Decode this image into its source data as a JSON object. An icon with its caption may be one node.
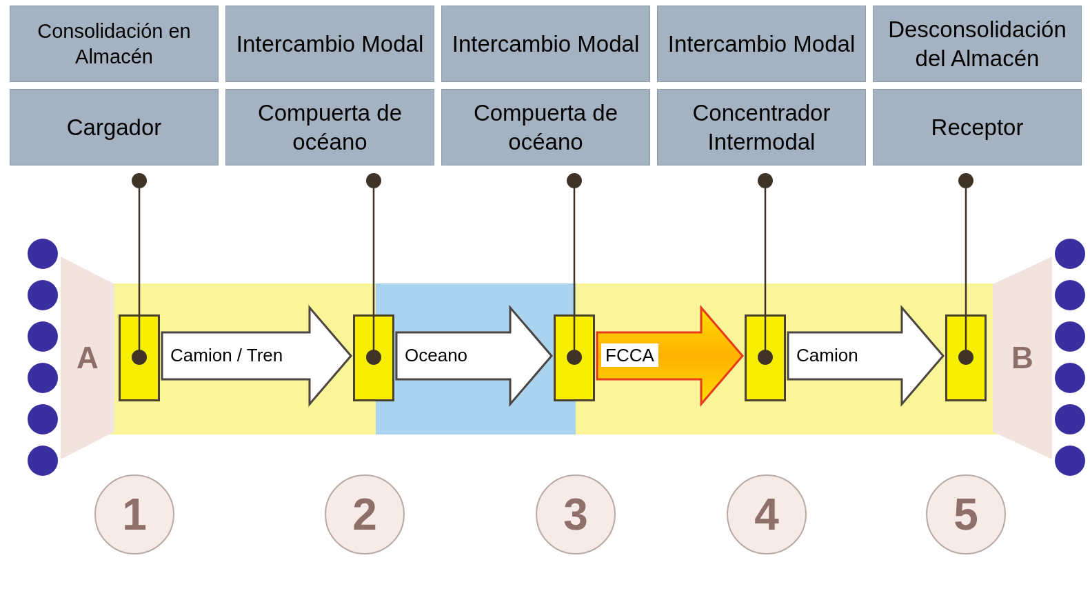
{
  "diagram": {
    "nodes": [
      {
        "text": [
          "Consolidación en Almacén"
        ]
      },
      {
        "text": [
          "Intercambio Modal"
        ]
      },
      {
        "text": [
          "Intercambio Modal"
        ]
      },
      {
        "text": [
          "Intercambio Modal"
        ]
      },
      {
        "text": [
          "Desconsolidación del Almacén"
        ]
      },
      {
        "text": [
          "Cargador"
        ]
      },
      {
        "text": [
          "Compuerta de océano"
        ]
      },
      {
        "text": [
          "Compuerta de océano"
        ]
      },
      {
        "text": [
          "Concentrador Intermodal"
        ]
      },
      {
        "text": [
          "Receptor"
        ]
      },
      {
        "text": [
          "A"
        ]
      },
      {
        "text": [],
        "shape": "box"
      },
      {
        "text": [],
        "shape": "box"
      },
      {
        "text": [],
        "shape": "box"
      },
      {
        "text": [],
        "shape": "box"
      },
      {
        "text": [],
        "shape": "box"
      },
      {
        "text": [
          "B"
        ]
      },
      {
        "text": [
          "1"
        ]
      },
      {
        "text": [
          "2"
        ]
      },
      {
        "text": [
          "3"
        ]
      },
      {
        "text": [
          "4"
        ]
      },
      {
        "text": [
          "5"
        ]
      }
    ],
    "edges": [
      {
        "from": 11,
        "to": 12,
        "arrow": "to",
        "label": "Camion / Tren"
      },
      {
        "from": 12,
        "to": 13,
        "arrow": "to",
        "label": "Oceano"
      },
      {
        "from": 13,
        "to": 14,
        "arrow": "to",
        "label": "FCCA",
        "color": "#e53b1a"
      },
      {
        "from": 14,
        "to": 15,
        "arrow": "to",
        "label": "Camion"
      },
      {
        "from": 5,
        "to": 11,
        "arrow": "other"
      },
      {
        "from": 6,
        "to": 12,
        "arrow": "other"
      },
      {
        "from": 7,
        "to": 13,
        "arrow": "other"
      },
      {
        "from": 8,
        "to": 14,
        "arrow": "other"
      },
      {
        "from": 9,
        "to": 15,
        "arrow": "other"
      }
    ]
  }
}
